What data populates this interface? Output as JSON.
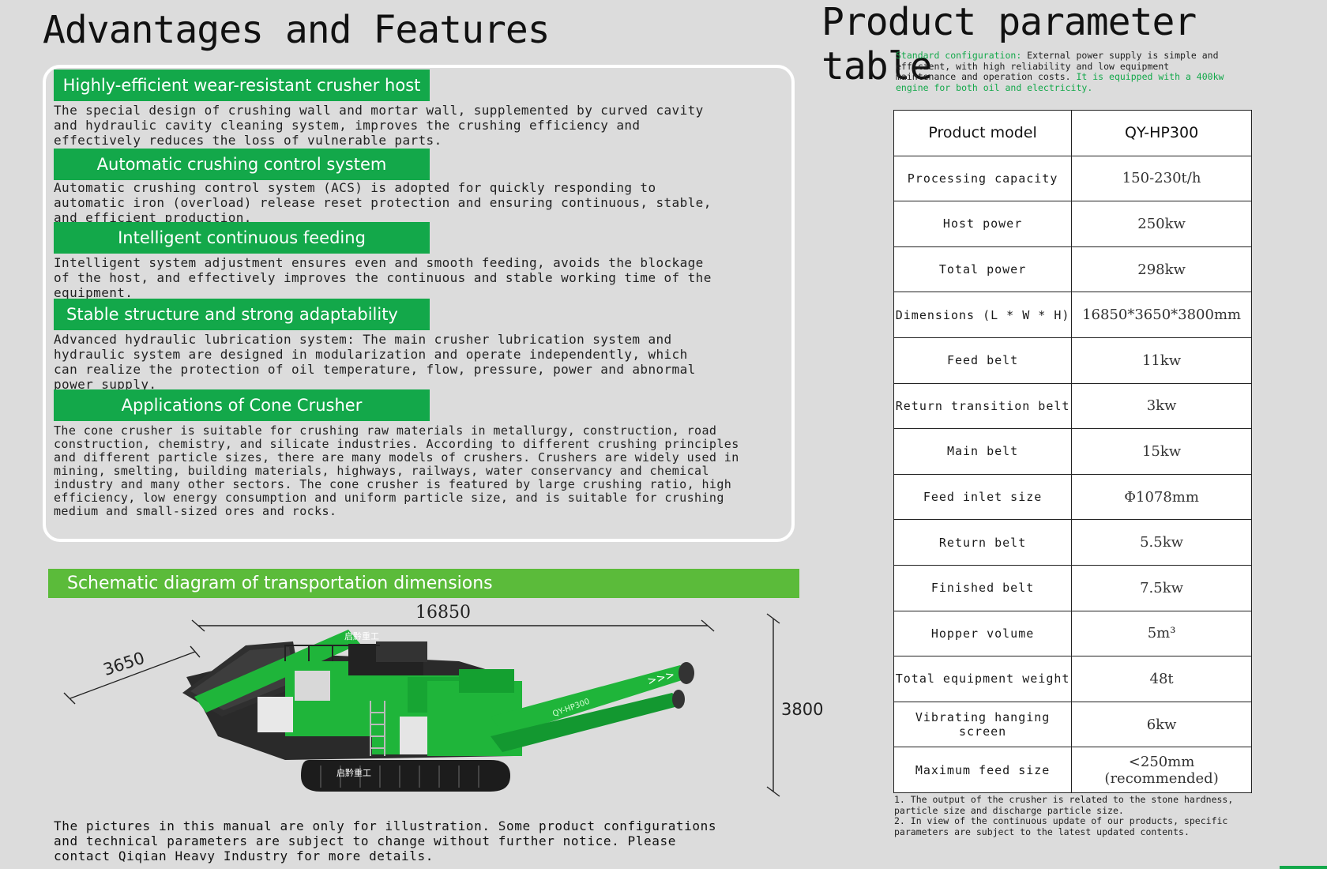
{
  "left": {
    "title": "Advantages and Features",
    "features": [
      {
        "heading": "Highly-efficient wear-resistant crusher host",
        "lines": [
          "The special design of crushing wall and mortar wall, supplemented by curved cavity",
          "and hydraulic cavity cleaning system, improves the crushing efficiency and",
          "effectively reduces the loss of vulnerable parts."
        ]
      },
      {
        "heading": "Automatic crushing control system",
        "lines": [
          "Automatic crushing control system (ACS) is adopted for quickly responding to",
          "automatic iron (overload) release reset protection and ensuring continuous, stable,",
          "and efficient production."
        ]
      },
      {
        "heading": "Intelligent continuous feeding",
        "lines": [
          "Intelligent system adjustment ensures even and smooth feeding, avoids the blockage",
          "of the host, and effectively improves the continuous and stable working time of the",
          "equipment."
        ]
      },
      {
        "heading": "Stable structure and strong adaptability",
        "lines": [
          "Advanced hydraulic lubrication system: The main crusher lubrication system and",
          "hydraulic system are designed in modularization and operate independently, which",
          "can realize the protection of oil temperature, flow, pressure, power and abnormal",
          "power supply."
        ]
      },
      {
        "heading": "Applications of Cone Crusher",
        "lines": [
          "The cone crusher is suitable for crushing raw materials in metallurgy, construction, road",
          "construction, chemistry, and silicate industries. According to different crushing principles",
          "and different particle sizes, there are many models of crushers. Crushers are widely used in",
          "mining, smelting, building materials, highways, railways, water conservancy and chemical",
          "industry and many other sectors. The cone crusher is featured by large crushing ratio, high",
          "efficiency, low energy consumption and uniform particle size, and is suitable for crushing",
          "medium and small-sized ores and rocks."
        ]
      }
    ],
    "schematic": {
      "heading": "Schematic diagram of transportation dimensions",
      "length": "16850",
      "width": "3650",
      "height": "3800",
      "machine_brand": "启黔重工",
      "machine_model": "QY-HP300"
    },
    "disclaimer": [
      "The pictures in this manual are only for illustration. Some product configurations",
      "and technical parameters are subject to change without further notice. Please",
      "contact Qiqian Heavy Industry for more details."
    ]
  },
  "right": {
    "title": "Product parameter table",
    "std_config": {
      "label": "Standard configuration:",
      "text": " External power supply is simple and efficient, with high reliability and low equipment maintenance and operation costs.",
      "green_text": " It is equipped with a 400kw engine for both oil and electricity."
    },
    "table": {
      "header": [
        "Product model",
        "QY-HP300"
      ],
      "rows": [
        [
          "Processing capacity",
          "150-230t/h"
        ],
        [
          "Host power",
          "250kw"
        ],
        [
          "Total power",
          "298kw"
        ],
        [
          "Dimensions (L * W * H)",
          "16850*3650*3800mm"
        ],
        [
          "Feed belt",
          "11kw"
        ],
        [
          "Return transition belt",
          "3kw"
        ],
        [
          "Main belt",
          "15kw"
        ],
        [
          "Feed inlet size",
          "Φ1078mm"
        ],
        [
          "Return belt",
          "5.5kw"
        ],
        [
          "Finished belt",
          "7.5kw"
        ],
        [
          "Hopper volume",
          "5m³"
        ],
        [
          "Total equipment weight",
          "48t"
        ],
        [
          "Vibrating hanging screen",
          "6kw"
        ],
        [
          "Maximum feed size",
          "<250mm (recommended)"
        ]
      ]
    },
    "notes": [
      "1. The output of the crusher is related to the stone hardness,",
      "particle size and discharge particle size.",
      "2. In view of the continuous update of our products, specific",
      "parameters are subject to the latest updated contents."
    ]
  },
  "colors": {
    "background": "#dcdcdc",
    "green_header": "#13a84a",
    "light_green_bar": "#5bbb3a",
    "machine_green": "#1fb53a"
  }
}
